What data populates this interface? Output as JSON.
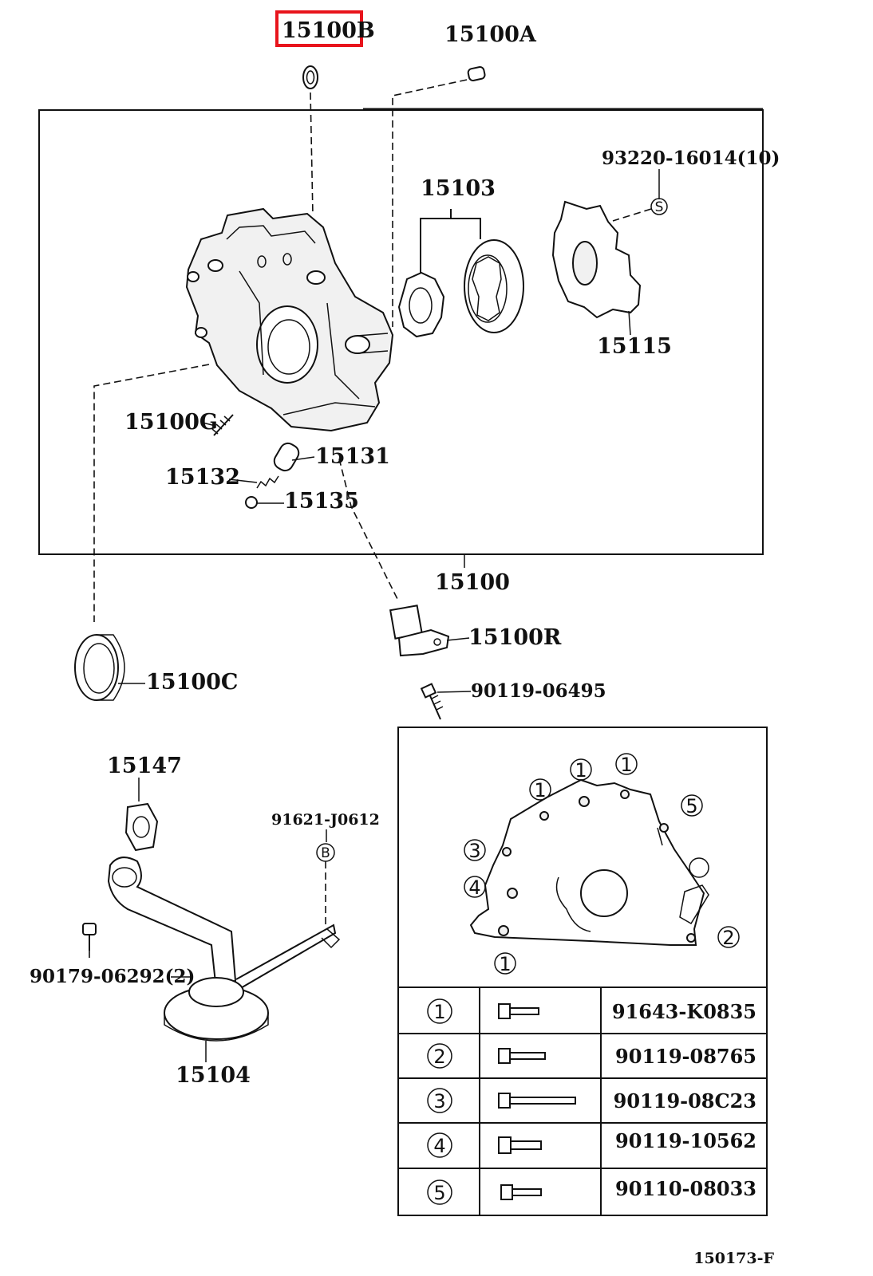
{
  "labels": {
    "p15100B": "15100B",
    "p15100A": "15100A",
    "p93220": "93220-16014(10)",
    "p15103": "15103",
    "p15115": "15115",
    "p15100G": "15100G",
    "p15131": "15131",
    "p15132": "15132",
    "p15135": "15135",
    "p15100": "15100",
    "p15100R": "15100R",
    "p15100C": "15100C",
    "p90119_06495": "90119-06495",
    "p15147": "15147",
    "p91621": "91621-J0612",
    "p90179": "90179-06292(2)",
    "p15104": "15104",
    "diagram_code": "150173-F"
  },
  "symbols": {
    "s_mark": "S",
    "b_mark": "B"
  },
  "bolt_table": [
    {
      "num": "1",
      "part": "91643-K0835"
    },
    {
      "num": "2",
      "part": "90119-08765"
    },
    {
      "num": "3",
      "part": "90119-08C23"
    },
    {
      "num": "4",
      "part": "90119-10562"
    },
    {
      "num": "5",
      "part": "90110-08033"
    }
  ],
  "inset_marks": {
    "m1a": "1",
    "m1b": "1",
    "m1c": "1",
    "m1d": "1",
    "m2": "2",
    "m3": "3",
    "m4": "4",
    "m5": "5"
  },
  "colors": {
    "highlight": "#e8141c",
    "ink": "#111111"
  }
}
